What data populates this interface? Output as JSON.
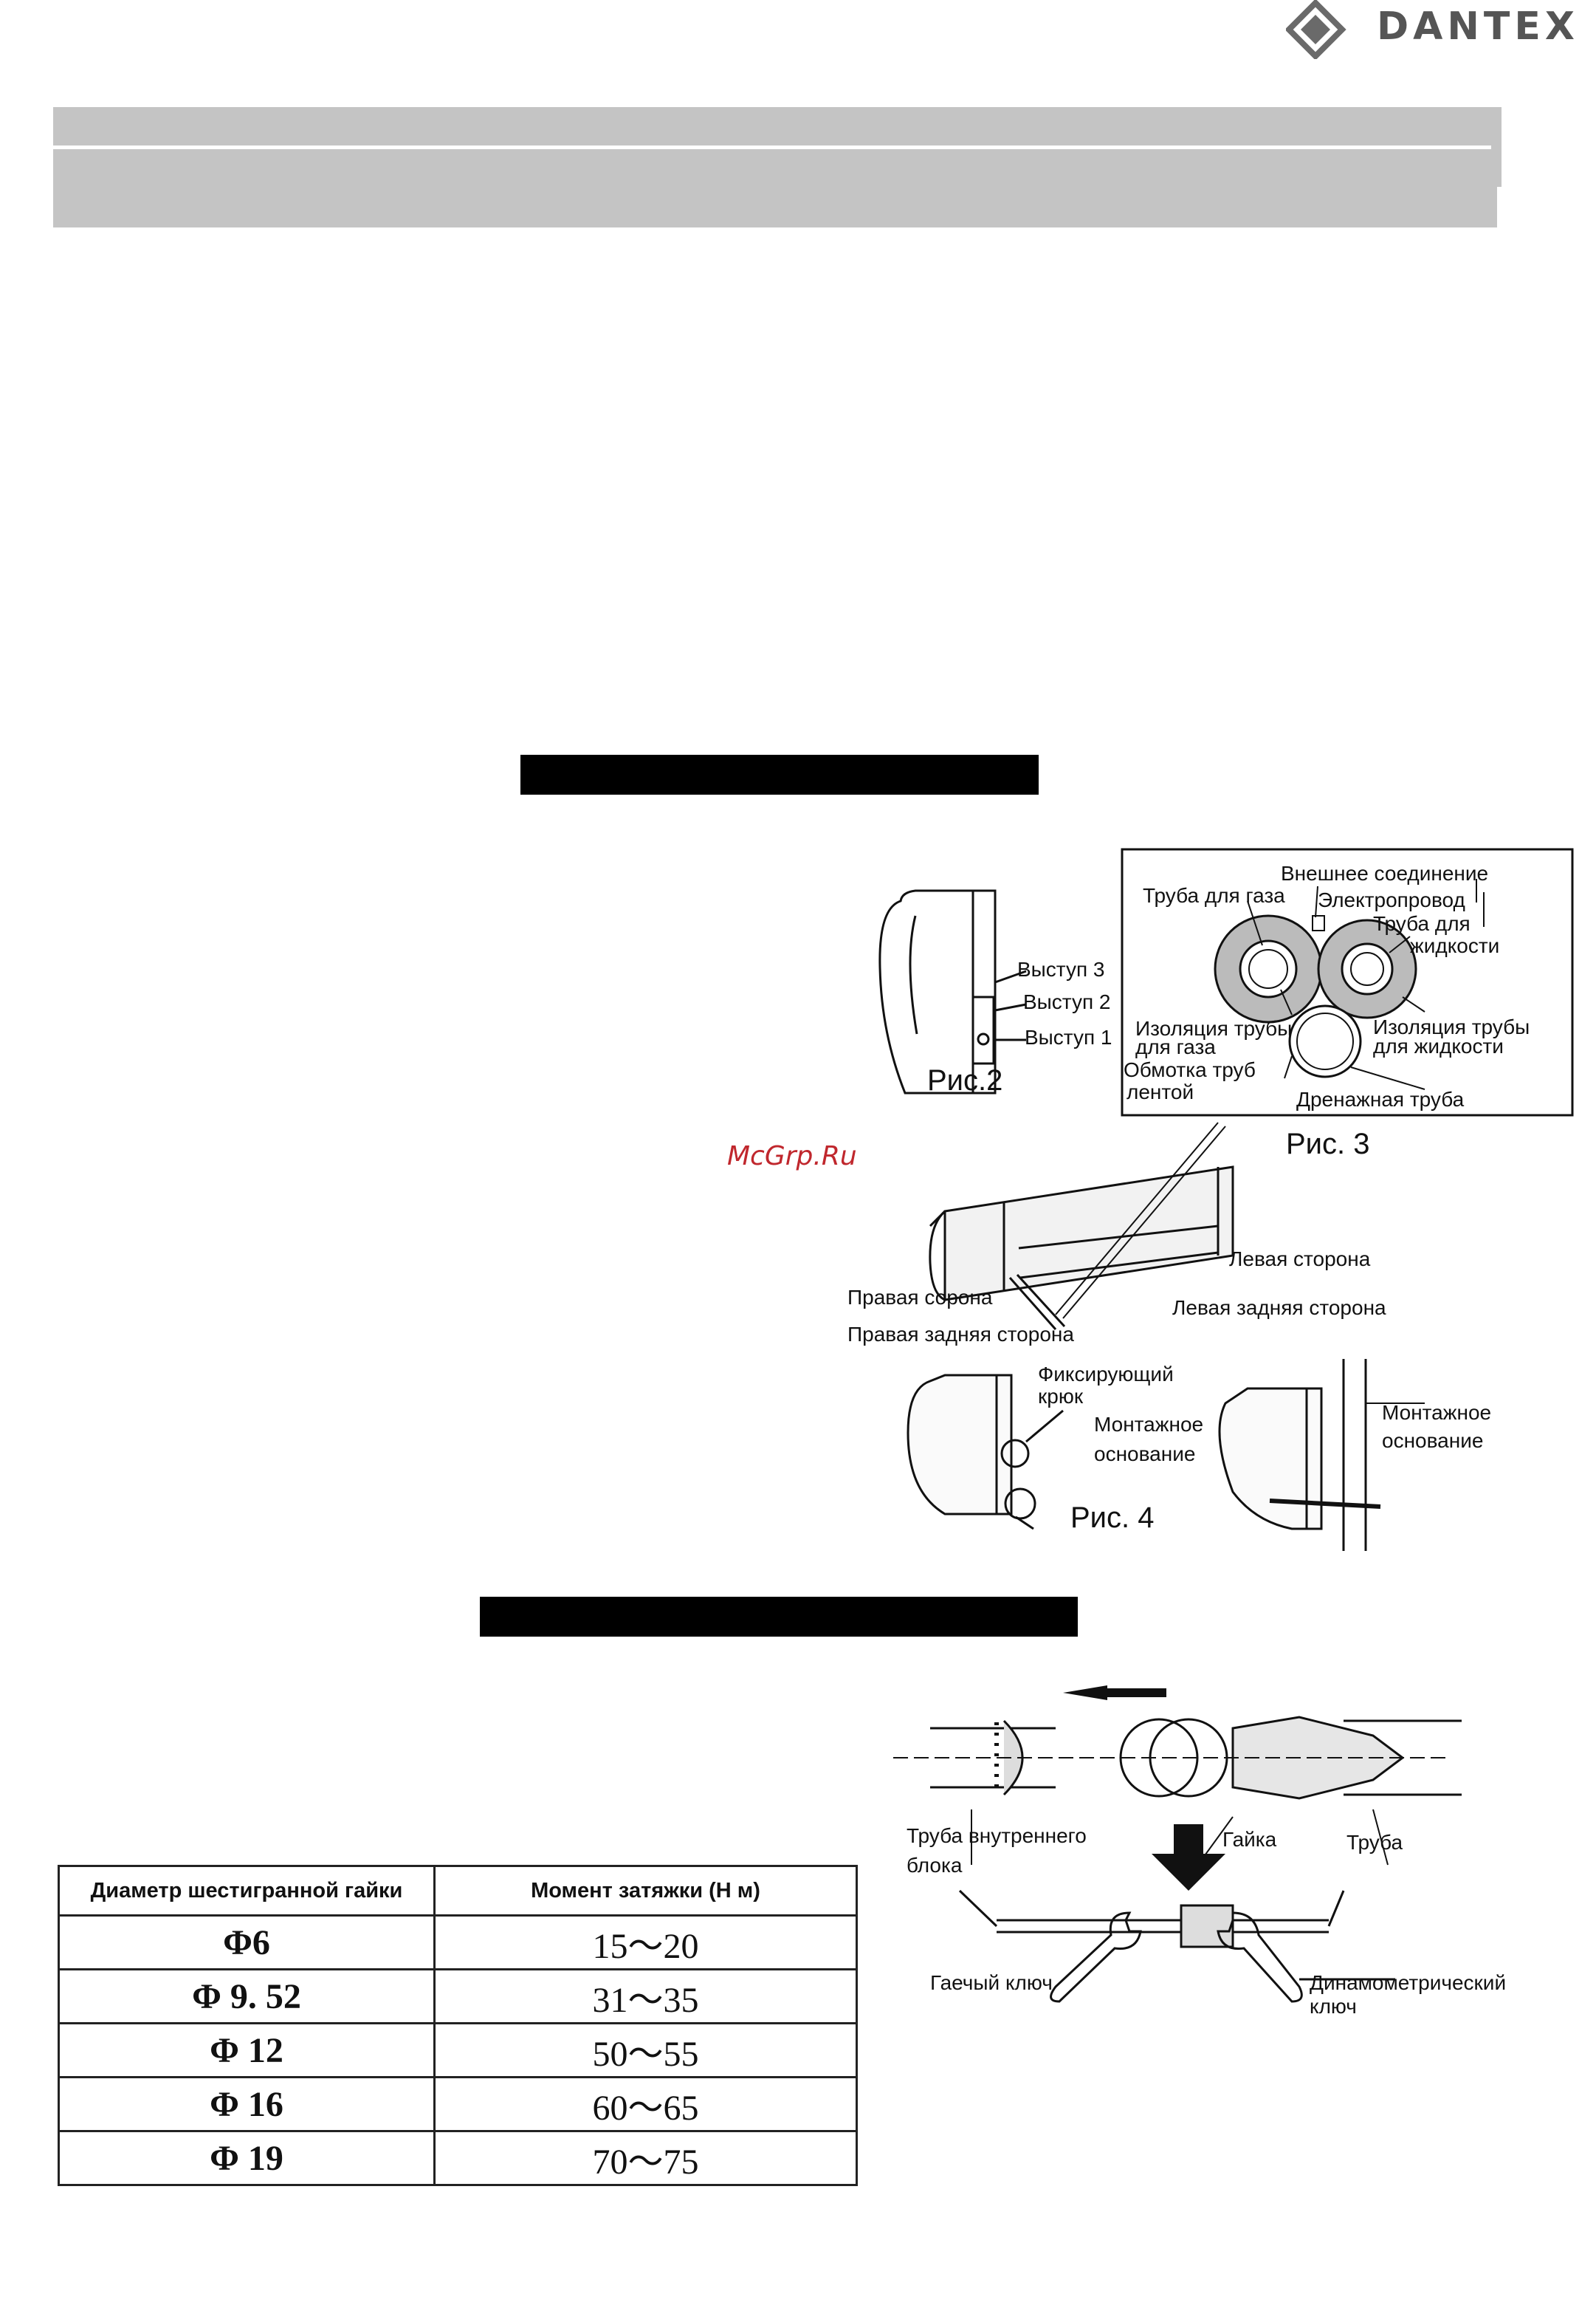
{
  "brand": {
    "name": "DANTEX"
  },
  "watermark": "McGrp.Ru",
  "fig2": {
    "caption": "Рис.2",
    "labels": [
      "Выступ 3",
      "Выступ 2",
      "Выступ 1"
    ]
  },
  "fig3": {
    "caption": "Рис. 3",
    "labels": {
      "external_connection": "Внешнее соединение",
      "gas_pipe": "Труба для газа",
      "wiring": "Электропровод",
      "liquid_pipe_1": "Труба для",
      "liquid_pipe_2": "жидкости",
      "gas_insulation_1": "Изоляция трубы",
      "gas_insulation_2": "для газа",
      "liquid_insulation_1": "Изоляция трубы",
      "liquid_insulation_2": "для жидкости",
      "tape_1": "Обмотка труб",
      "tape_2": "лентой",
      "drain": "Дренажная труба"
    }
  },
  "unit_sides": {
    "left": "Левая сторона",
    "left_rear": "Левая задняя сторона",
    "right": "Правая сорона",
    "right_rear": "Правая задняя сторона"
  },
  "fig4": {
    "caption": "Рис. 4",
    "hook_1": "Фиксирующий",
    "hook_2": "крюк",
    "base_left_1": "Монтажное",
    "base_left_2": "основание",
    "base_right_1": "Монтажное",
    "base_right_2": "основание"
  },
  "fig5": {
    "indoor_pipe_1": "Труба внутреннего",
    "indoor_pipe_2": "блока",
    "nut": "Гайка",
    "pipe": "Труба",
    "wrench": "Гаечый ключ",
    "torque_wrench_1": "Динамометрический",
    "torque_wrench_2": "ключ"
  },
  "torque_table": {
    "headers": [
      "Диаметр шестигранной гайки",
      "Момент затяжки (Н м)"
    ],
    "rows": [
      {
        "diameter": "Φ6",
        "torque": "15～20"
      },
      {
        "diameter": "Φ 9. 52",
        "torque": "31～35"
      },
      {
        "diameter": "Φ 12",
        "torque": "50～55"
      },
      {
        "diameter": "Φ 16",
        "torque": "60～65"
      },
      {
        "diameter": "Φ 19",
        "torque": "70～75"
      }
    ]
  }
}
